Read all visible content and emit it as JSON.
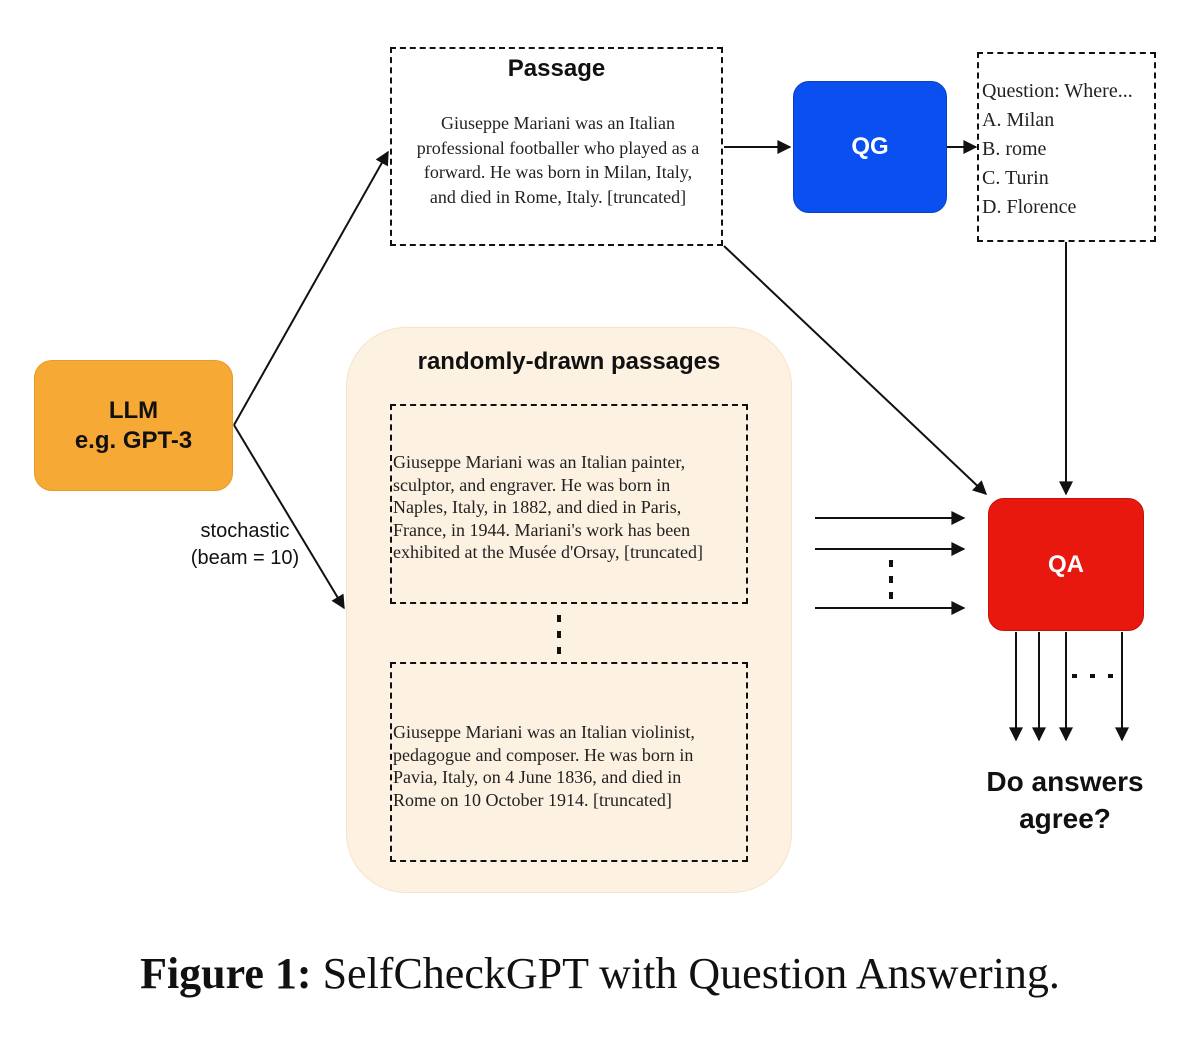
{
  "passage": {
    "title": "Passage",
    "lines": [
      "Giuseppe Mariani was an Italian",
      "professional footballer who played as a",
      "forward. He was born in Milan, Italy,",
      "and died in Rome, Italy. [truncated]"
    ]
  },
  "qg": {
    "label": "QG"
  },
  "question": {
    "lines": [
      "Question: Where...",
      "A. Milan",
      "B. rome",
      "C. Turin",
      "D. Florence"
    ]
  },
  "llm": {
    "line1": "LLM",
    "line2": "e.g. GPT-3"
  },
  "stochastic": {
    "line1": "stochastic",
    "line2": "(beam = 10)"
  },
  "random_passages": {
    "title": "randomly-drawn passages",
    "samples": [
      {
        "lines": [
          "Giuseppe Mariani was an Italian painter,",
          "sculptor, and engraver. He was born in",
          "Naples, Italy, in 1882, and died in Paris,",
          "France, in 1944. Mariani's work has been",
          "exhibited at the Musée d'Orsay, [truncated]"
        ]
      },
      {
        "lines": [
          "Giuseppe Mariani was an Italian violinist,",
          "pedagogue and composer. He was born in",
          "Pavia, Italy, on 4 June 1836, and died in",
          "Rome on 10 October 1914. [truncated]"
        ]
      }
    ]
  },
  "qa": {
    "label": "QA"
  },
  "agree": {
    "line1": "Do answers",
    "line2": "agree?"
  },
  "caption": {
    "prefix": "Figure 1:",
    "text": " SelfCheckGPT with Question Answering."
  },
  "colors": {
    "qg": "#0a4ff0",
    "qa": "#e8180f",
    "llm": "#f7a936",
    "random_bg": "#fdf1e2"
  }
}
